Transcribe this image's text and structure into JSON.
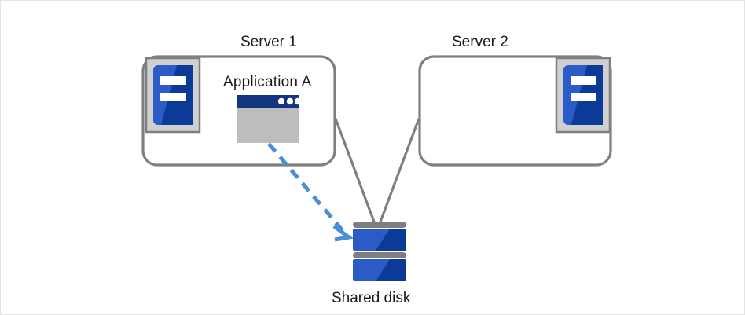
{
  "diagram": {
    "title": "Shared disk cluster diagram",
    "background_color": "#ffffff",
    "border_color": "#e3e3e3",
    "nodes": {
      "server1": {
        "label": "Server 1",
        "icon_name": "server-icon",
        "contains_app": true
      },
      "server2": {
        "label": "Server 2",
        "icon_name": "server-icon",
        "contains_app": false
      },
      "application": {
        "label": "Application A",
        "icon_name": "application-window-icon",
        "window_dots": 3
      },
      "shared_disk": {
        "label": "Shared disk",
        "icon_name": "disk-stack-icon",
        "platters": 2
      }
    },
    "connectors": [
      {
        "name": "server1-to-disk",
        "style": "solid",
        "color": "#7f7f7f"
      },
      {
        "name": "server2-to-disk",
        "style": "solid",
        "color": "#7f7f7f"
      },
      {
        "name": "application-to-disk",
        "style": "dashed",
        "color": "#4a8fd4",
        "arrow": true
      }
    ],
    "colors": {
      "box_border": "#7f7f7f",
      "icon_frame": "#d0d0d0",
      "icon_frame_border": "#7f7f7f",
      "blue_light": "#2a5bc7",
      "blue_dark": "#0b3b96",
      "titlebar": "#12357f",
      "window_body": "#bdbdbd",
      "disk_bar": "#7f7f7f",
      "arrow_blue": "#4a8fd4",
      "text": "#1a1a1a"
    }
  }
}
